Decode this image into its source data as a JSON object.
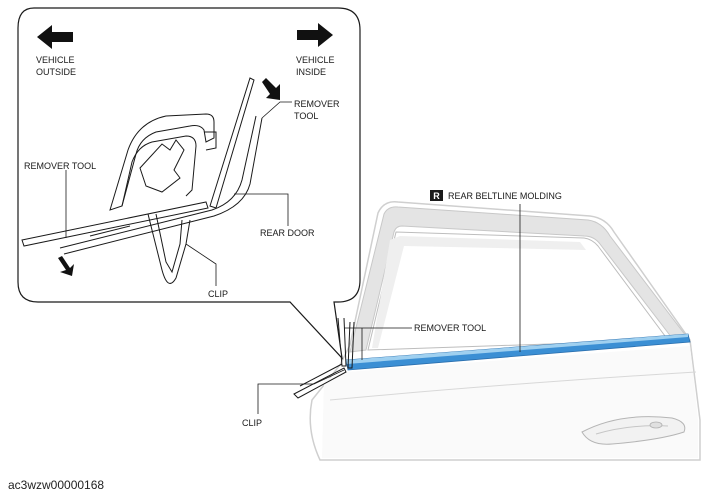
{
  "labels": {
    "vehicle_outside": [
      "VEHICLE",
      "OUTSIDE"
    ],
    "vehicle_inside": [
      "VEHICLE",
      "INSIDE"
    ],
    "remover_tool_top": [
      "REMOVER",
      "TOOL"
    ],
    "remover_tool_left": "REMOVER TOOL",
    "rear_door": "REAR DOOR",
    "clip_detail": "CLIP",
    "rear_beltline_badge": "R",
    "rear_beltline_molding": "REAR BELTLINE MOLDING",
    "remover_tool_main": "REMOVER TOOL",
    "clip_main": "CLIP"
  },
  "figure_code": "ac3wzw00000168",
  "colors": {
    "molding_blue": "#3b8fd4",
    "molding_light": "#9fd0f0",
    "door_gray": "#d9d9d9",
    "line": "#1a1a1a"
  }
}
